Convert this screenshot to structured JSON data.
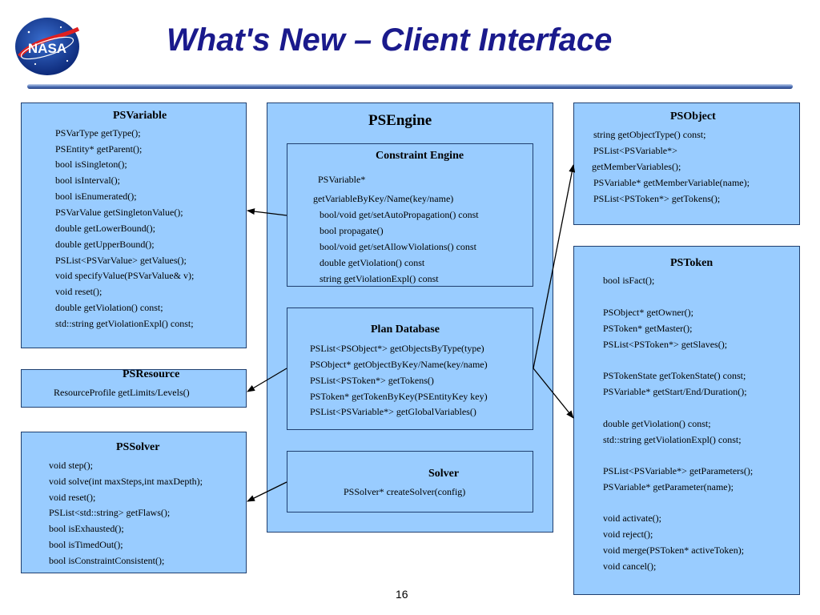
{
  "slide": {
    "title": "What's New – Client Interface",
    "page_number": "16",
    "logo_text": "NASA"
  },
  "boxes": {
    "psvariable": {
      "title": "PSVariable",
      "lines": [
        "PSVarType getType();",
        "PSEntity* getParent();",
        "bool isSingleton();",
        "bool isInterval();",
        "bool isEnumerated();",
        "PSVarValue getSingletonValue();",
        "double getLowerBound();",
        "double getUpperBound();",
        "PSList<PSVarValue> getValues();",
        "void specifyValue(PSVarValue& v);",
        "void reset();",
        "double getViolation() const;",
        "std::string getViolationExpl() const;"
      ]
    },
    "psresource": {
      "title": "PSResource",
      "lines": [
        "ResourceProfile getLimits/Levels()"
      ]
    },
    "pssolver": {
      "title": "PSSolver",
      "lines": [
        "void step();",
        "void solve(int maxSteps,int maxDepth);",
        "void reset();",
        "PSList<std::string> getFlaws();",
        "bool isExhausted();",
        "bool isTimedOut();",
        "bool isConstraintConsistent();"
      ]
    },
    "psengine": {
      "title": "PSEngine"
    },
    "constraint_engine": {
      "title": "Constraint Engine",
      "lines": [
        "PSVariable*",
        "getVariableByKey/Name(key/name)",
        "bool/void get/setAutoPropagation() const",
        "bool propagate()",
        "bool/void get/setAllowViolations() const",
        "double getViolation() const",
        "string getViolationExpl() const"
      ]
    },
    "plan_database": {
      "title": "Plan Database",
      "lines": [
        "PSList<PSObject*> getObjectsByType(type)",
        "PSObject* getObjectByKey/Name(key/name)",
        "PSList<PSToken*> getTokens()",
        "PSToken* getTokenByKey(PSEntityKey key)",
        "PSList<PSVariable*> getGlobalVariables()"
      ]
    },
    "solver": {
      "title": "Solver",
      "lines": [
        "PSSolver* createSolver(config)"
      ]
    },
    "psobject": {
      "title": "PSObject",
      "lines": [
        "string getObjectType() const;",
        "PSList<PSVariable*>",
        "getMemberVariables();",
        "PSVariable* getMemberVariable(name);",
        "PSList<PSToken*> getTokens();"
      ]
    },
    "pstoken": {
      "title": "PSToken",
      "lines": [
        "bool isFact();",
        "PSObject* getOwner();",
        "PSToken* getMaster();",
        "PSList<PSToken*> getSlaves();",
        "PSTokenState getTokenState() const;",
        "PSVariable* getStart/End/Duration();",
        "double getViolation() const;",
        "std::string getViolationExpl() const;",
        "PSList<PSVariable*> getParameters();",
        "PSVariable* getParameter(name);",
        "void activate();",
        "void reject();",
        "void merge(PSToken* activeToken);",
        "void cancel();"
      ]
    }
  },
  "colors": {
    "box_fill": "#99ccff",
    "box_border": "#1f3f6f",
    "title_color": "#1a1a8c",
    "rule_color": "#5577bb"
  }
}
